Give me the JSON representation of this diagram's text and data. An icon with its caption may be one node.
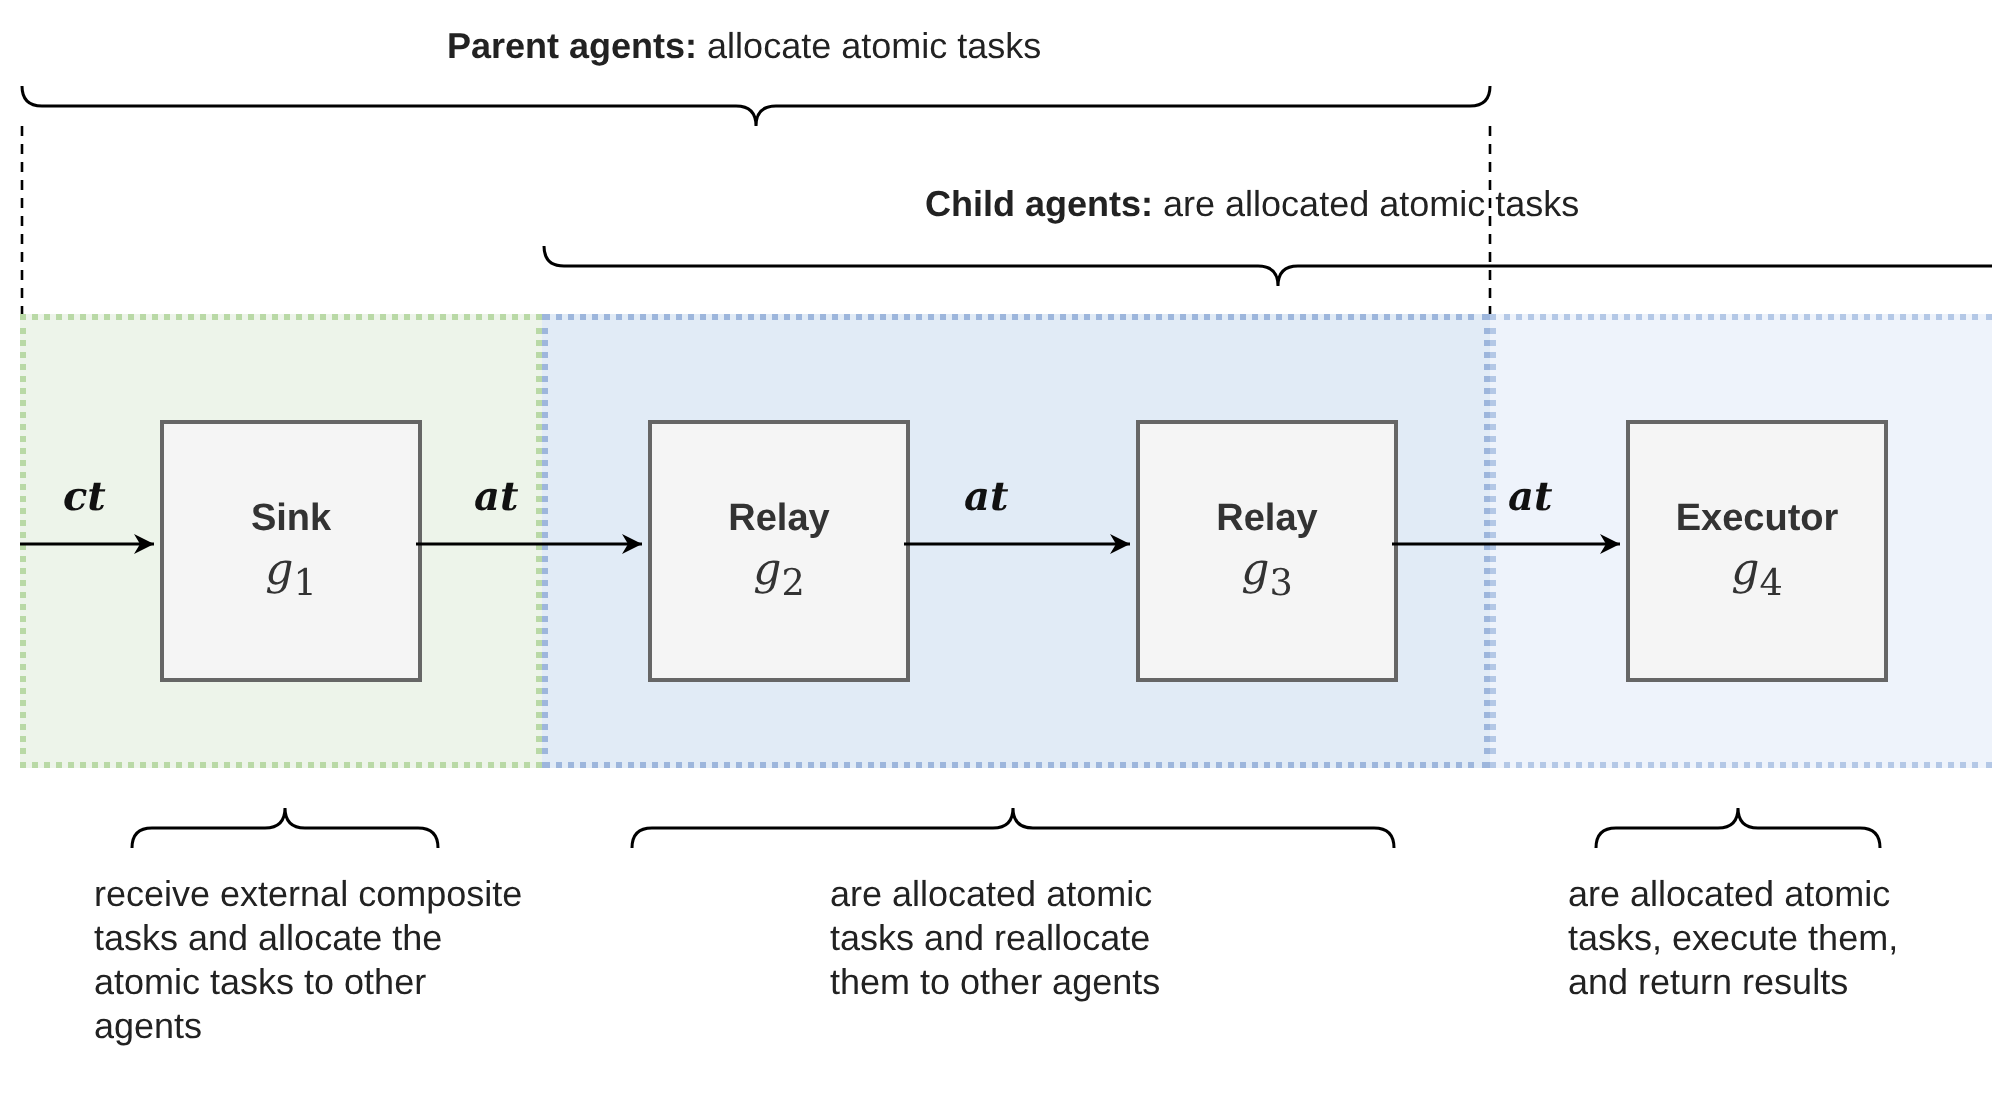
{
  "diagram": {
    "nodes": [
      {
        "text": [],
        "shape": "box"
      },
      {
        "text": [],
        "shape": "box"
      },
      {
        "text": [],
        "shape": "box"
      },
      {
        "text": [
          "Sink",
          "*g*$_{1}$"
        ],
        "in": 0
      },
      {
        "text": [
          "Relay",
          "*g*$_{2}$"
        ],
        "in": 1
      },
      {
        "text": [
          "Relay",
          "*g*$_{3}$"
        ],
        "in": 1
      },
      {
        "text": [
          "Executor",
          "*g*$_{4}$"
        ],
        "in": 2
      }
    ],
    "edges": [
      {
        "from": null,
        "to": 3,
        "arrow": "to",
        "label": "ct"
      },
      {
        "from": 3,
        "to": 4,
        "arrow": "to",
        "label": "at"
      },
      {
        "from": 4,
        "to": 5,
        "arrow": "to",
        "label": "at"
      },
      {
        "from": 5,
        "to": 6,
        "arrow": "to",
        "label": "at"
      }
    ],
    "labels": [
      "**Parent agents:** allocate atomic tasks",
      "**Child agents:** are allocated atomic tasks",
      "receive external composite tasks and allocate the atomic tasks to other agents",
      "are allocated atomic tasks and reallocate them to other agents",
      "are allocated atomic tasks, execute them, and return results"
    ]
  }
}
